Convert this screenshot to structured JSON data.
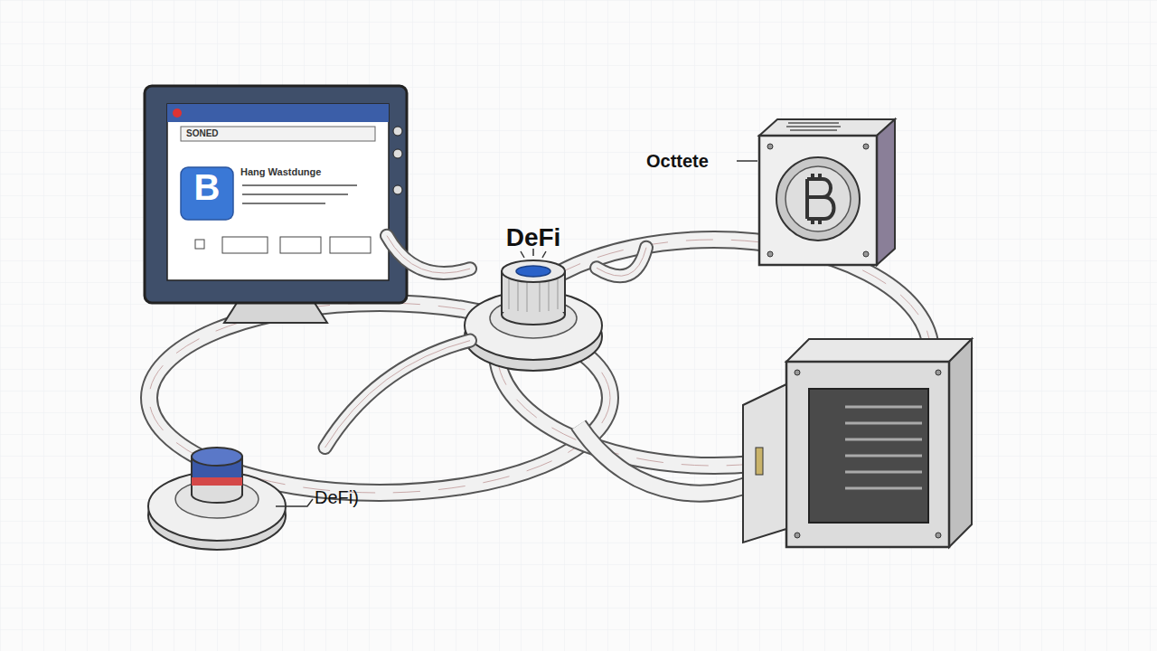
{
  "diagram": {
    "nodes": [
      {
        "text": [
          "SONED",
          "B",
          "Hang Wastdunge"
        ]
      },
      {
        "text": [
          "DeFi"
        ]
      },
      {
        "text": [
          "Octtete"
        ]
      },
      {
        "text": [
          "DeFi)"
        ]
      }
    ],
    "edges": [
      {
        "from": 0,
        "to": 1,
        "arrow": "none"
      },
      {
        "from": 3,
        "to": 1,
        "arrow": "none"
      },
      {
        "from": 1,
        "to": 2,
        "arrow": "none"
      }
    ]
  }
}
